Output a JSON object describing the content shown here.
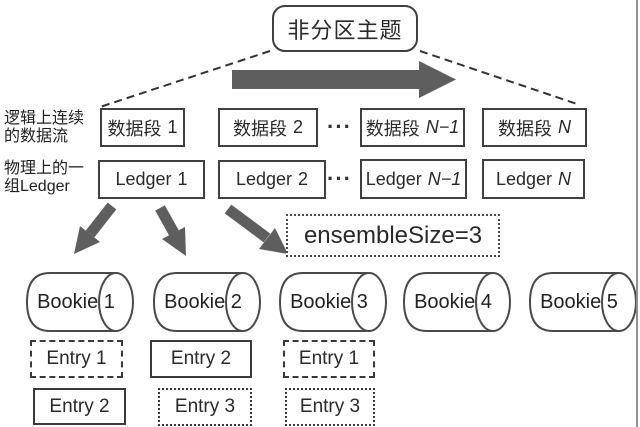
{
  "topic": {
    "label": "非分区主题"
  },
  "annotations": {
    "logical": {
      "line1": "逻辑上连续",
      "line2": "的数据流"
    },
    "physical": {
      "line1": "物理上的一",
      "line2": "组Ledger"
    }
  },
  "segments": {
    "ellipsis": "···",
    "items": [
      {
        "prefix": "数据段",
        "num": "1"
      },
      {
        "prefix": "数据段",
        "num": "2"
      },
      {
        "prefix": "数据段",
        "num": "N−1"
      },
      {
        "prefix": "数据段",
        "num": "N"
      }
    ]
  },
  "ledgers": {
    "ellipsis": "···",
    "items": [
      {
        "prefix": "Ledger",
        "num": "1"
      },
      {
        "prefix": "Ledger",
        "num": "2"
      },
      {
        "prefix": "Ledger",
        "num": "N−1"
      },
      {
        "prefix": "Ledger",
        "num": "N"
      }
    ]
  },
  "ensemble": {
    "label": "ensembleSize=3"
  },
  "bookies": [
    {
      "label": "Bookie 1"
    },
    {
      "label": "Bookie 2"
    },
    {
      "label": "Bookie 3"
    },
    {
      "label": "Bookie 4"
    },
    {
      "label": "Bookie 5"
    }
  ],
  "entries": [
    {
      "column": "bookie-1",
      "row": 1,
      "label": "Entry 1",
      "border_style": "dash-dot"
    },
    {
      "column": "bookie-1",
      "row": 2,
      "label": "Entry 2",
      "border_style": "solid"
    },
    {
      "column": "bookie-2",
      "row": 1,
      "label": "Entry 2",
      "border_style": "solid"
    },
    {
      "column": "bookie-2",
      "row": 2,
      "label": "Entry 3",
      "border_style": "dotted"
    },
    {
      "column": "bookie-3",
      "row": 1,
      "label": "Entry 1",
      "border_style": "dash-dot"
    },
    {
      "column": "bookie-3",
      "row": 2,
      "label": "Entry 3",
      "border_style": "dotted"
    }
  ],
  "colors": {
    "box_stroke": "#3f3f3f",
    "arrow_fill": "#5e5e5e",
    "dashed_line": "#333333",
    "text": "#2a2a2a",
    "background": "#ffffff"
  }
}
